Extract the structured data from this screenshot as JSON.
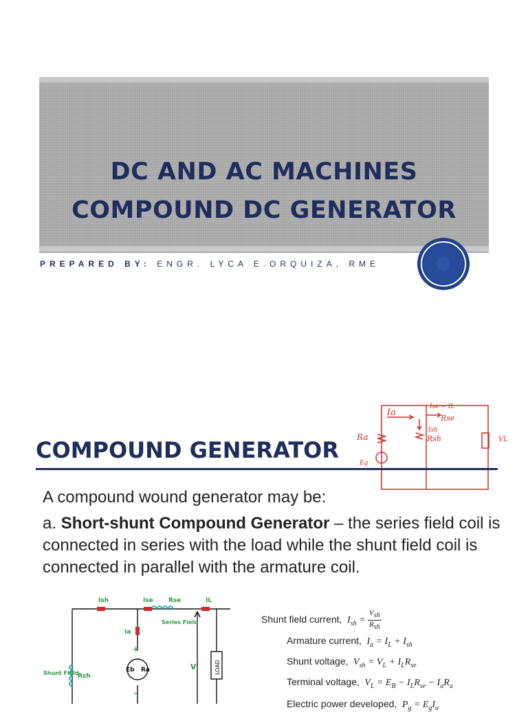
{
  "slide1": {
    "title_line1": "DC AND AC MACHINES",
    "title_line2": "COMPOUND DC GENERATOR",
    "prepared_label": "PREPARED BY:",
    "prepared_name": "ENGR. LYCA E.ORQUIZA, RME"
  },
  "slide2": {
    "title": "COMPOUND GENERATOR",
    "intro": "A compound wound generator may be:",
    "item_prefix": "a.",
    "item_bold": "Short-shunt Compound Generator",
    "item_rest": " – the series field coil is connected in series with the load while the shunt field coil is connected in parallel with the armature coil.",
    "sketch_labels": {
      "ra": "Ra",
      "ia": "Ia",
      "ise": "Ise = IL",
      "rse": "Rse",
      "ish": "Ish",
      "rsh": "Rsh",
      "vl": "VL",
      "eg": "Eg"
    },
    "circuit_labels": {
      "ish": "Ish",
      "ise": "Ise",
      "rse": "Rse",
      "il": "IL",
      "series_field": "Series Field",
      "ia": "Ia",
      "shunt_field": "Shunt Field",
      "rsh": "Rsh",
      "eb": "Eb",
      "ra": "Ra",
      "v": "V",
      "load": "LOAD",
      "plus": "+",
      "minus": "-"
    },
    "equations": [
      {
        "label": "Shunt field current,",
        "lhs": "I",
        "lhs_sub": "sh",
        "num": "V",
        "num_sub": "sh",
        "den": "R",
        "den_sub": "sh"
      },
      {
        "label": "Armature current,",
        "expr": "I<sub>a</sub> = I<sub>L</sub> + I<sub>sh</sub>"
      },
      {
        "label": "Shunt voltage,",
        "expr": "V<sub>sh</sub> = V<sub>L</sub> + I<sub>L</sub>R<sub>se</sub>"
      },
      {
        "label": "Terminal voltage,",
        "expr": "V<sub>L</sub> = E<sub>B</sub> − I<sub>L</sub>R<sub>se</sub> − I<sub>a</sub>R<sub>a</sub>"
      },
      {
        "label": "Electric power developed,",
        "expr": "P<sub>g</sub> = E<sub>g</sub>I<sub>a</sub>"
      }
    ]
  }
}
